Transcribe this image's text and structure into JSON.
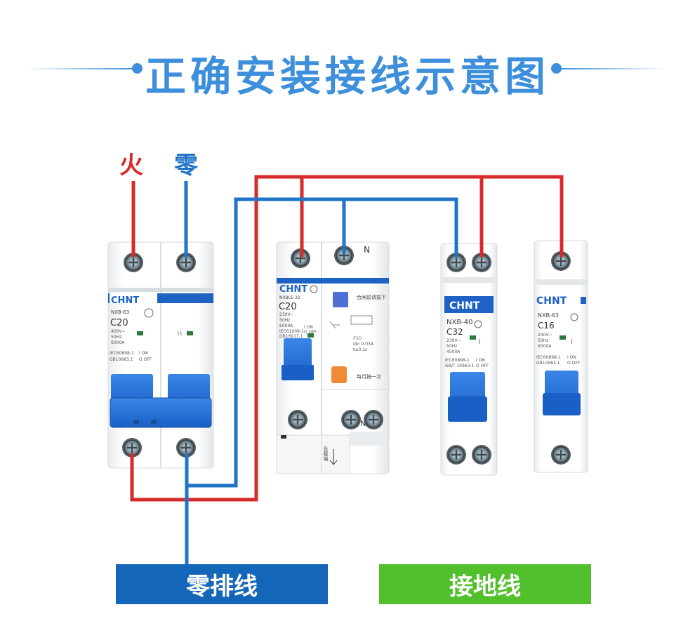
{
  "title": "正确安装接线示意图",
  "wires": {
    "live_label": "火",
    "neutral_label": "零",
    "live_color": "#d72b2b",
    "neutral_color": "#1f74c7"
  },
  "bottom_labels": {
    "neutral_bar": "零排线",
    "ground_wire": "接地线",
    "neutral_bar_color": "#1366b8",
    "ground_wire_color": "#52bf2d"
  },
  "breaker1": {
    "brand": "CHNT",
    "model": "NXB-63",
    "rating": "C20",
    "spec1": "400V~",
    "spec2": "50Hz",
    "spec3": "6000A",
    "std1": "IEC60898-1",
    "std2": "GB10963.1",
    "on_off1": "I ON",
    "on_off2": "O OFF"
  },
  "breaker2": {
    "brand": "CHNT",
    "model": "NXBLE-32",
    "rating": "C20",
    "spec1": "230V~",
    "spec2": "50Hz",
    "spec3": "6000A",
    "std1": "IEC61009-1",
    "std2": "GB16917.1",
    "on_off1": "I ON",
    "on_off2": "O OFF",
    "n_mark": "N",
    "n_mark_bottom": "N",
    "test_note": "合闸前请按下",
    "monthly_note": "每月按一次",
    "esd": "ESD",
    "i_delta": "IΔn 0.03A",
    "t_delta": "t≤0.1s",
    "load_side": "负载端"
  },
  "breaker3": {
    "brand": "CHNT",
    "model": "NXB-40",
    "rating": "C32",
    "spec1": "230V~",
    "spec2": "50Hz",
    "spec3": "4500A",
    "std1": "IEC60898-1",
    "std2": "GB/T 10963.1",
    "on_off1": "I ON",
    "on_off2": "O OFF"
  },
  "breaker4": {
    "brand": "CHNT",
    "model": "NXB-63",
    "rating": "C16",
    "spec1": "230V~",
    "spec2": "50Hz",
    "spec3": "6000A",
    "std1": "IEC60898-1",
    "std2": "GB10963.1",
    "on_off1": "I ON",
    "on_off2": "O OFF"
  }
}
